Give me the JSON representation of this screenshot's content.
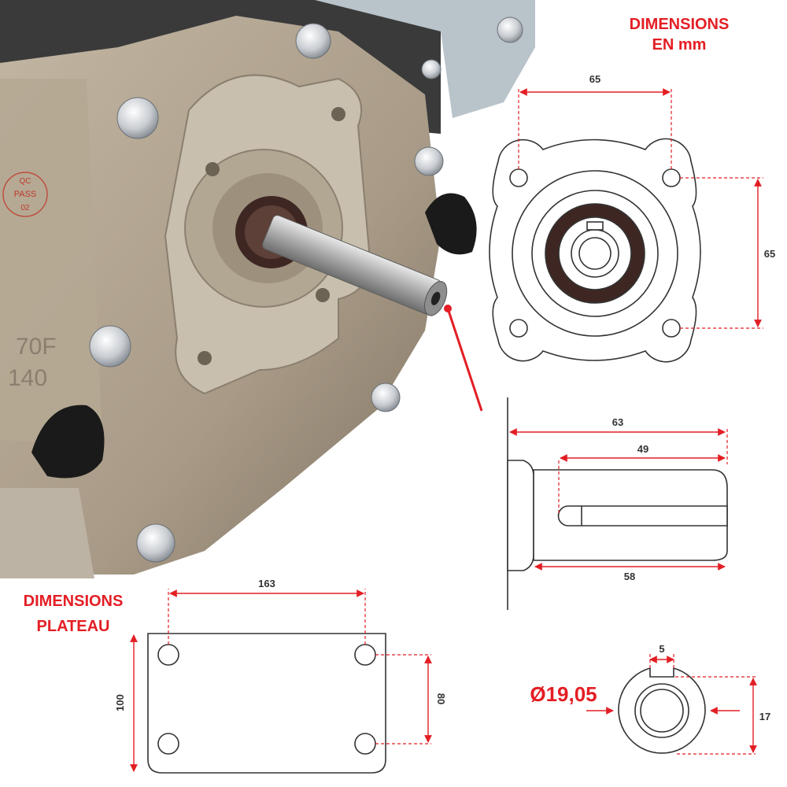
{
  "headings": {
    "dimensions_line1": "DIMENSIONS",
    "dimensions_line2": "EN mm",
    "plateau_line1": "DIMENSIONS",
    "plateau_line2": "PLATEAU"
  },
  "photo_markings": {
    "qc_line1": "QC",
    "qc_line2": "PASS",
    "qc_line3": "02",
    "casting_line1": "70F",
    "casting_line2": "140"
  },
  "flange_view": {
    "width_mm": "65",
    "height_mm": "65"
  },
  "shaft_side_view": {
    "total_length_mm": "63",
    "keyway_length_mm": "49",
    "shaft_length_mm": "58"
  },
  "base_plate": {
    "hole_spacing_mm": "163",
    "height_mm": "100",
    "hole_vertical_spacing_mm": "80"
  },
  "shaft_section": {
    "key_width_mm": "5",
    "diameter_label": "Ø19,05",
    "key_depth_mm": "17"
  },
  "colors": {
    "accent_red": "#e31e24",
    "line_dark": "#333333",
    "seal_brown": "#3e2723",
    "engine_body": "#a89a86"
  }
}
